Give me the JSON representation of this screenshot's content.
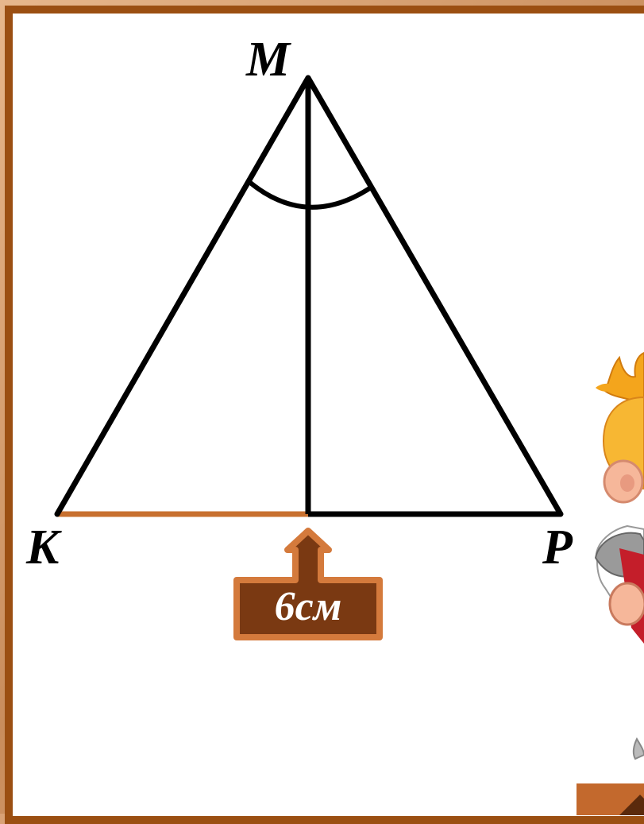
{
  "figure": {
    "vertices": {
      "top": "M",
      "left": "K",
      "right": "P"
    },
    "segment_label": "6см"
  },
  "colors": {
    "frame": "#9b4f12",
    "highlight_segment": "#c8702f",
    "callout_fill": "#7a3912",
    "callout_border": "#d47a3c"
  },
  "icons": {
    "mascot": "cartoon-boy-with-marker-icon",
    "nav": "triangle-arrow-icon"
  }
}
